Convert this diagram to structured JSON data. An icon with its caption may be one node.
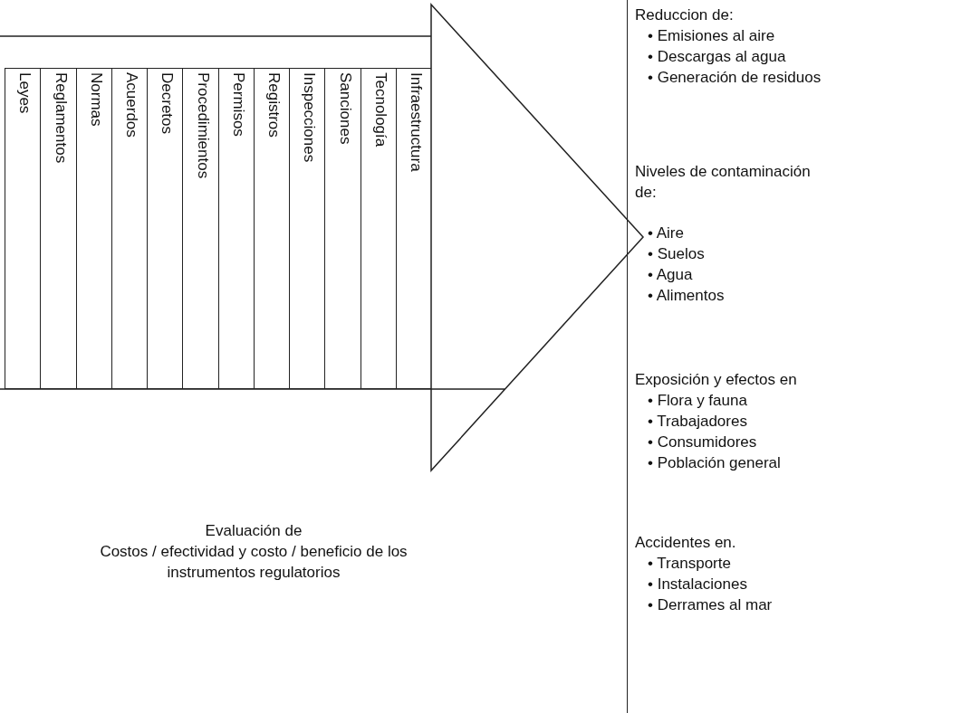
{
  "diagram": {
    "nodes": [
      {
        "text": [],
        "shape": "arrow"
      },
      {
        "text": [
          "Leyes"
        ],
        "in": 0
      },
      {
        "text": [
          "Reglamentos"
        ],
        "in": 0
      },
      {
        "text": [
          "Normas"
        ],
        "in": 0
      },
      {
        "text": [
          "Acuerdos"
        ],
        "in": 0
      },
      {
        "text": [
          "Decretos"
        ],
        "in": 0
      },
      {
        "text": [
          "Procedimientos"
        ],
        "in": 0
      },
      {
        "text": [
          "Permisos"
        ],
        "in": 0
      },
      {
        "text": [
          "Registros"
        ],
        "in": 0
      },
      {
        "text": [
          "Inspecciones"
        ],
        "in": 0
      },
      {
        "text": [
          "Sanciones"
        ],
        "in": 0
      },
      {
        "text": [
          "Tecnología"
        ],
        "in": 0
      },
      {
        "text": [
          "Infraestructura"
        ],
        "in": 0
      },
      {
        "text": [],
        "shape": "box"
      },
      {
        "text": [
          "Reduccion de:",
          "• Emisiones al aire",
          "• Descargas al agua",
          "• Generación de residuos"
        ],
        "in": 13
      },
      {
        "text": [
          "Niveles de contaminación de:",
          "• Aire",
          "• Suelos",
          "• Agua",
          "• Alimentos"
        ],
        "in": 13
      },
      {
        "text": [
          "Exposición y efectos en",
          "• Flora y fauna",
          "• Trabajadores",
          "• Consumidores",
          "• Población general"
        ],
        "in": 13
      },
      {
        "text": [
          "Accidentes en.",
          "• Transporte",
          "• Instalaciones",
          "• Derrames al mar"
        ],
        "in": 13
      }
    ],
    "labels": [
      "Evaluación de",
      "Costos / efectividad y costo / beneficio de los instrumentos regulatorios"
    ]
  }
}
